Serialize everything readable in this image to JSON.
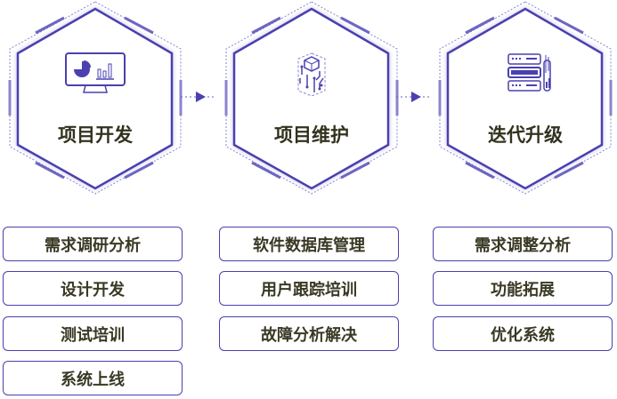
{
  "stages": [
    {
      "title": "项目开发",
      "icon": "monitor-chart-icon",
      "tasks": [
        "需求调研分析",
        "设计开发",
        "测试培训",
        "系统上线"
      ]
    },
    {
      "title": "项目维护",
      "icon": "circuit-cube-icon",
      "tasks": [
        "软件数据库管理",
        "用户跟踪培训",
        "故障分析解决"
      ]
    },
    {
      "title": "迭代升级",
      "icon": "server-upgrade-icon",
      "tasks": [
        "需求调整分析",
        "功能拓展",
        "优化系统"
      ]
    }
  ],
  "colors": {
    "accent": "#4a40b0",
    "text": "#33321f"
  }
}
